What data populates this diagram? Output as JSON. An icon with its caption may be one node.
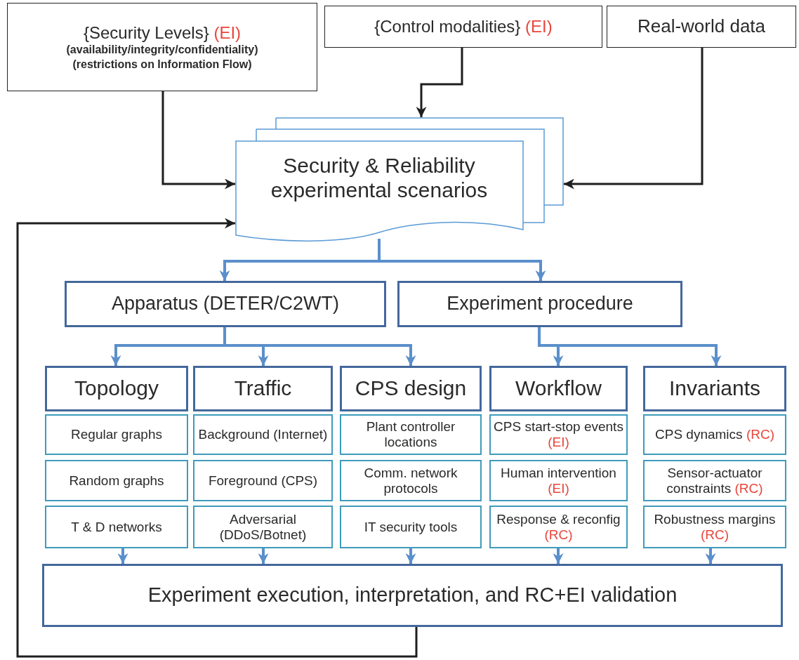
{
  "diagram": {
    "nodes": [
      {
        "text": [
          "{Security Levels}",
          "(EI)",
          "(availability/integrity/confidentiality)",
          "(restrictions on Information Flow)"
        ]
      },
      {
        "text": [
          "{Control modalities}",
          "(EI)"
        ]
      },
      {
        "text": [
          "Real-world data"
        ]
      },
      {
        "text": [
          "Security & Reliability experimental scenarios"
        ]
      },
      {
        "text": [
          "Apparatus (DETER/C2WT)"
        ]
      },
      {
        "text": [
          "Experiment procedure"
        ]
      },
      {
        "text": [
          "Topology"
        ]
      },
      {
        "text": [
          "Regular graphs"
        ]
      },
      {
        "text": [
          "Random graphs"
        ]
      },
      {
        "text": [
          "T & D networks"
        ]
      },
      {
        "text": [
          "Traffic"
        ]
      },
      {
        "text": [
          "Background (Internet)"
        ]
      },
      {
        "text": [
          "Foreground (CPS)"
        ]
      },
      {
        "text": [
          "Adversarial (DDoS/Botnet)"
        ]
      },
      {
        "text": [
          "CPS design"
        ]
      },
      {
        "text": [
          "Plant controller locations"
        ]
      },
      {
        "text": [
          "Comm. network protocols"
        ]
      },
      {
        "text": [
          "IT security tools"
        ]
      },
      {
        "text": [
          "Workflow"
        ]
      },
      {
        "text": [
          "CPS start-stop events",
          "(EI)"
        ]
      },
      {
        "text": [
          "Human intervention",
          "(EI)"
        ]
      },
      {
        "text": [
          "Response & reconfig",
          "(RC)"
        ]
      },
      {
        "text": [
          "Invariants"
        ]
      },
      {
        "text": [
          "CPS dynamics",
          "(RC)"
        ]
      },
      {
        "text": [
          "Sensor-actuator constraints",
          "(RC)"
        ]
      },
      {
        "text": [
          "Robustness margins",
          "(RC)"
        ]
      },
      {
        "text": [
          "Experiment execution, interpretation, and RC+EI validation"
        ]
      }
    ],
    "edges": [
      {
        "from": 0,
        "to": 3,
        "arrow": "to",
        "color": "#1e1e1e"
      },
      {
        "from": 1,
        "to": 3,
        "arrow": "to",
        "color": "#1e1e1e"
      },
      {
        "from": 2,
        "to": 3,
        "arrow": "to",
        "color": "#1e1e1e"
      },
      {
        "from": 26,
        "to": 3,
        "arrow": "to",
        "color": "#1e1e1e"
      },
      {
        "from": 3,
        "to": 4,
        "arrow": "to"
      },
      {
        "from": 3,
        "to": 5,
        "arrow": "to"
      },
      {
        "from": 4,
        "to": 6,
        "arrow": "to"
      },
      {
        "from": 4,
        "to": 10,
        "arrow": "to"
      },
      {
        "from": 4,
        "to": 14,
        "arrow": "to"
      },
      {
        "from": 5,
        "to": 18,
        "arrow": "to"
      },
      {
        "from": 5,
        "to": 22,
        "arrow": "to"
      },
      {
        "from": 9,
        "to": 26,
        "arrow": "to"
      },
      {
        "from": 13,
        "to": 26,
        "arrow": "to"
      },
      {
        "from": 17,
        "to": 26,
        "arrow": "to"
      },
      {
        "from": 21,
        "to": 26,
        "arrow": "to"
      },
      {
        "from": 25,
        "to": 26,
        "arrow": "to"
      }
    ]
  }
}
